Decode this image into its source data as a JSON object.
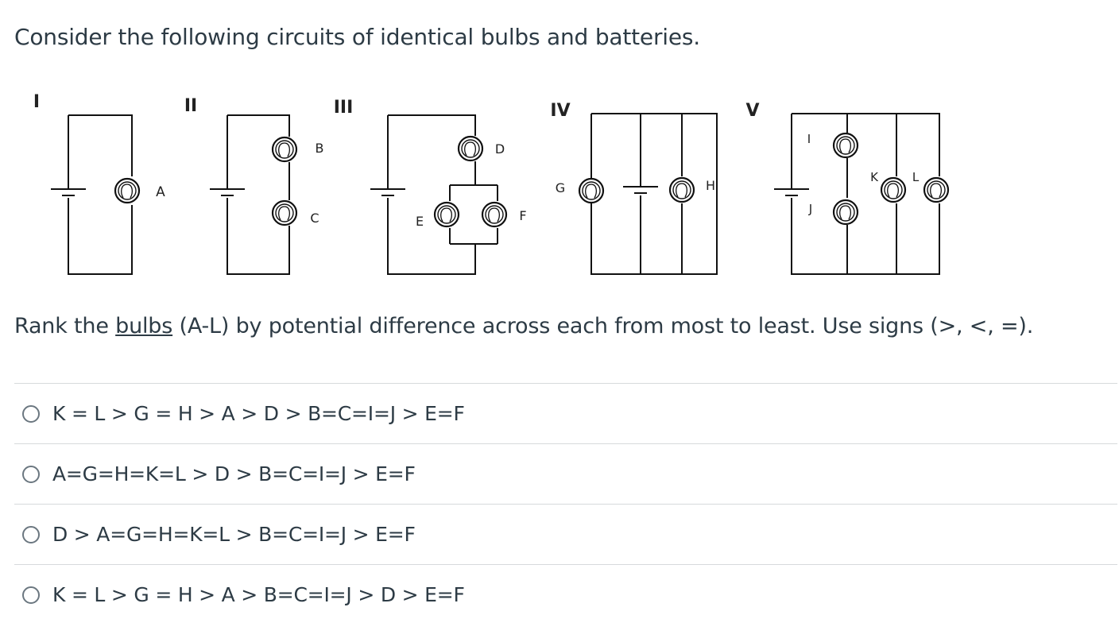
{
  "prompt": "Consider the following circuits of identical bulbs and batteries.",
  "circuits": {
    "labels": [
      "I",
      "II",
      "III",
      "IV",
      "V"
    ],
    "bulbs": [
      "A",
      "B",
      "C",
      "D",
      "E",
      "F",
      "G",
      "H",
      "I",
      "J",
      "K",
      "L"
    ]
  },
  "question": {
    "before": "Rank the ",
    "underlined": "bulbs",
    "after": " (A-L) by potential difference across each from most to least.  Use signs (>, <, =)."
  },
  "answers": [
    {
      "label": "K = L > G = H > A > D > B=C=I=J > E=F"
    },
    {
      "label": "A=G=H=K=L > D > B=C=I=J > E=F"
    },
    {
      "label": "D > A=G=H=K=L > B=C=I=J > E=F"
    },
    {
      "label": "K = L > G = H > A > B=C=I=J > D > E=F"
    }
  ]
}
